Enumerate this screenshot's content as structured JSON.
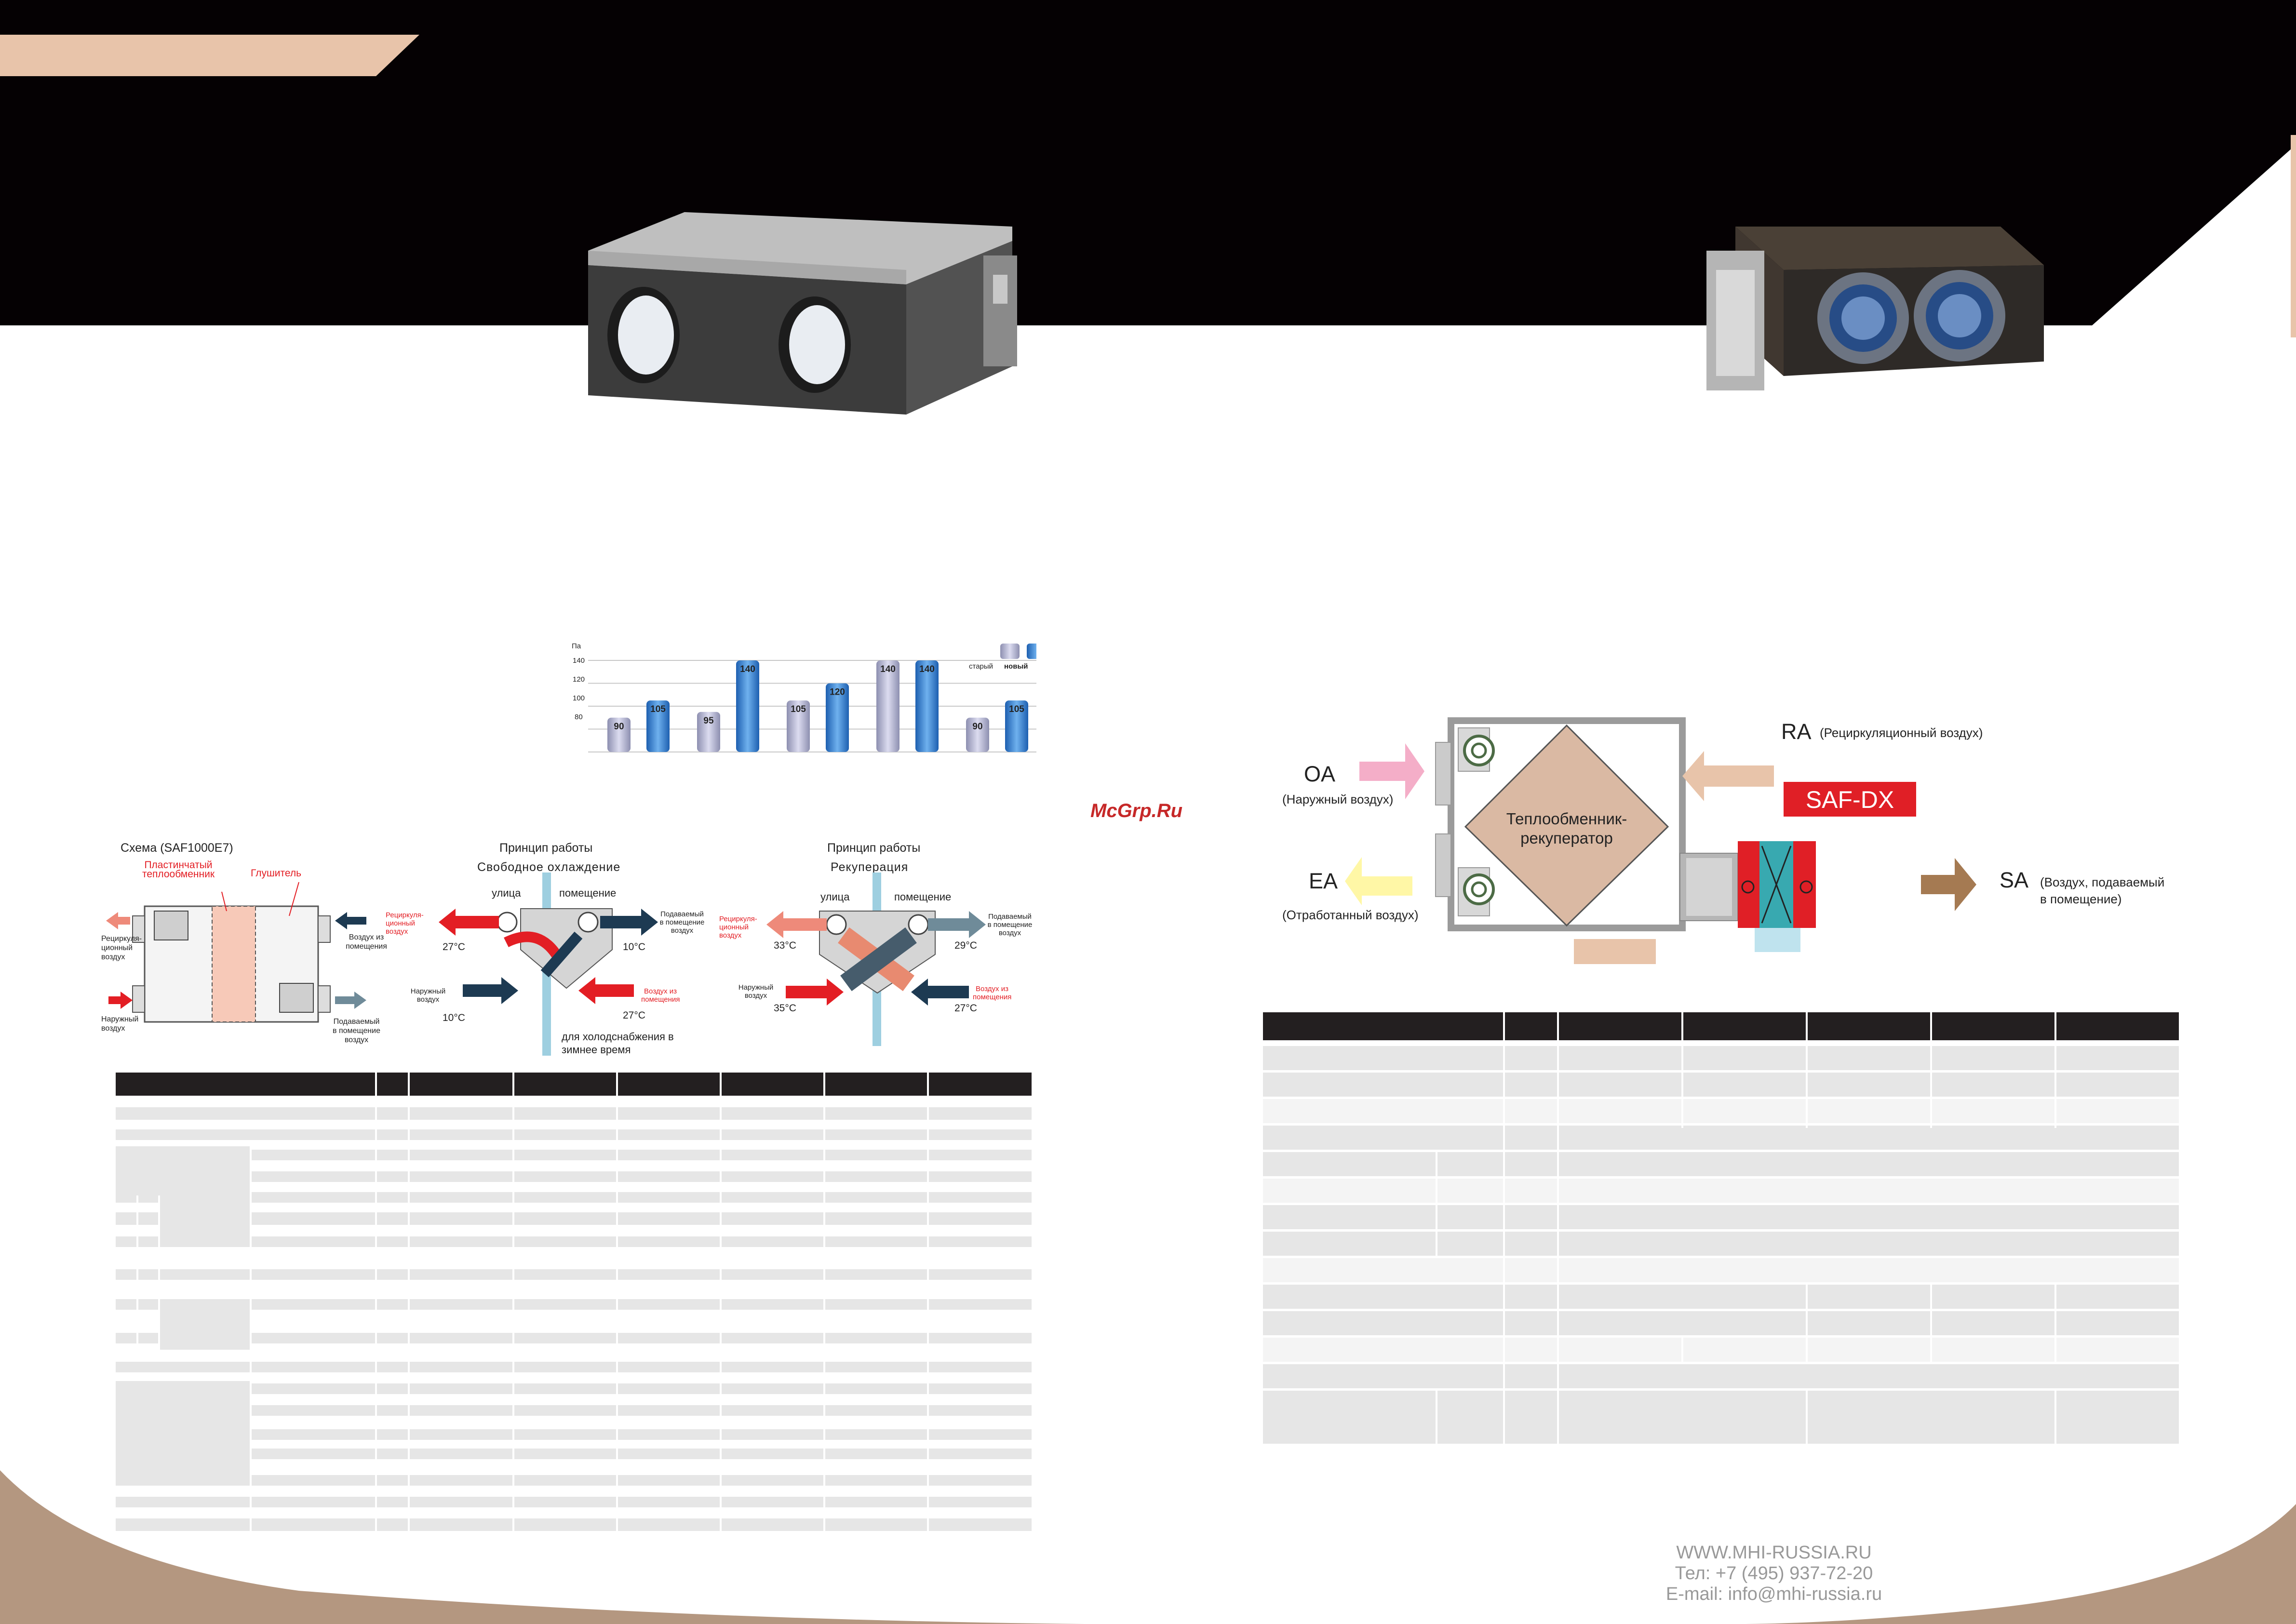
{
  "colors": {
    "black": "#050103",
    "peach": "#e8c4aa",
    "brown_wave": "#b49780",
    "table_header": "#231f20",
    "row_gray": "#e6e6e6",
    "row_light": "#f2f2f2",
    "red": "#e31e24",
    "navy": "#1d3a52",
    "brand_red": "#e01f26"
  },
  "watermark": "McGrp.Ru",
  "chart": {
    "unit": "Па",
    "yticks": [
      "140",
      "120",
      "100",
      "80"
    ],
    "legend_old": "старый",
    "legend_new": "новый"
  },
  "chart_data": {
    "type": "bar",
    "ylabel": "Па",
    "ylim": [
      60,
      150
    ],
    "legend": [
      "старый",
      "новый"
    ],
    "pairs": [
      {
        "old": 90,
        "new": 105
      },
      {
        "old": 95,
        "new": 140
      },
      {
        "old": 105,
        "new": 120
      },
      {
        "old": 140,
        "new": 140
      },
      {
        "old": 90,
        "new": 105
      }
    ]
  },
  "scheme": {
    "title": "Схема (SAF1000E7)",
    "plate_hx": "Пластинчатый теплообменник",
    "silencer": "Глушитель",
    "left_top": "Рециркуля-ционный воздух",
    "left_bottom": "Наружный воздух",
    "right_top": "Воздух из помещения",
    "right_bottom": "Подаваемый в помещение воздух"
  },
  "free_cooling": {
    "title1": "Принцип работы",
    "title2": "Свободное охлаждение",
    "street": "улица",
    "room": "помещение",
    "recirc": "Рециркуля-ционный воздух",
    "supply": "Подаваемый в помещение воздух",
    "outdoor": "Наружный воздух",
    "from_room": "Воздух из помещения",
    "t1": "27°C",
    "t2": "10°C",
    "t3": "10°C",
    "t4": "27°C",
    "bottom": "для холодснабжения в зимнее время"
  },
  "recuperation": {
    "title1": "Принцип работы",
    "title2": "Рекуперация",
    "street": "улица",
    "room": "помещение",
    "recirc": "Рециркуля-ционный воздух",
    "supply": "Подаваемый в помещение воздух",
    "outdoor": "Наружный воздух",
    "from_room": "Воздух из помещения",
    "t1": "33°C",
    "t2": "29°C",
    "t3": "35°C",
    "t4": "27°C"
  },
  "dx": {
    "oa": "OA",
    "oa_desc": "(Наружный воздух)",
    "ea": "EA",
    "ea_desc": "(Отработанный воздух)",
    "ra": "RA",
    "ra_desc": "(Рециркуляционный воздух)",
    "sa": "SA",
    "sa_desc1": "(Воздух, подаваемый",
    "sa_desc2": "в помещение)",
    "core1": "Теплообменник-",
    "core2": "рекуператор",
    "badge": "SAF-DX"
  },
  "footer": {
    "site": "WWW.MHI-RUSSIA.RU",
    "phone_label": "Тел:",
    "phone": "+7 (495) 937-72-20",
    "email": "E-mail: info@mhi-russia.ru"
  }
}
